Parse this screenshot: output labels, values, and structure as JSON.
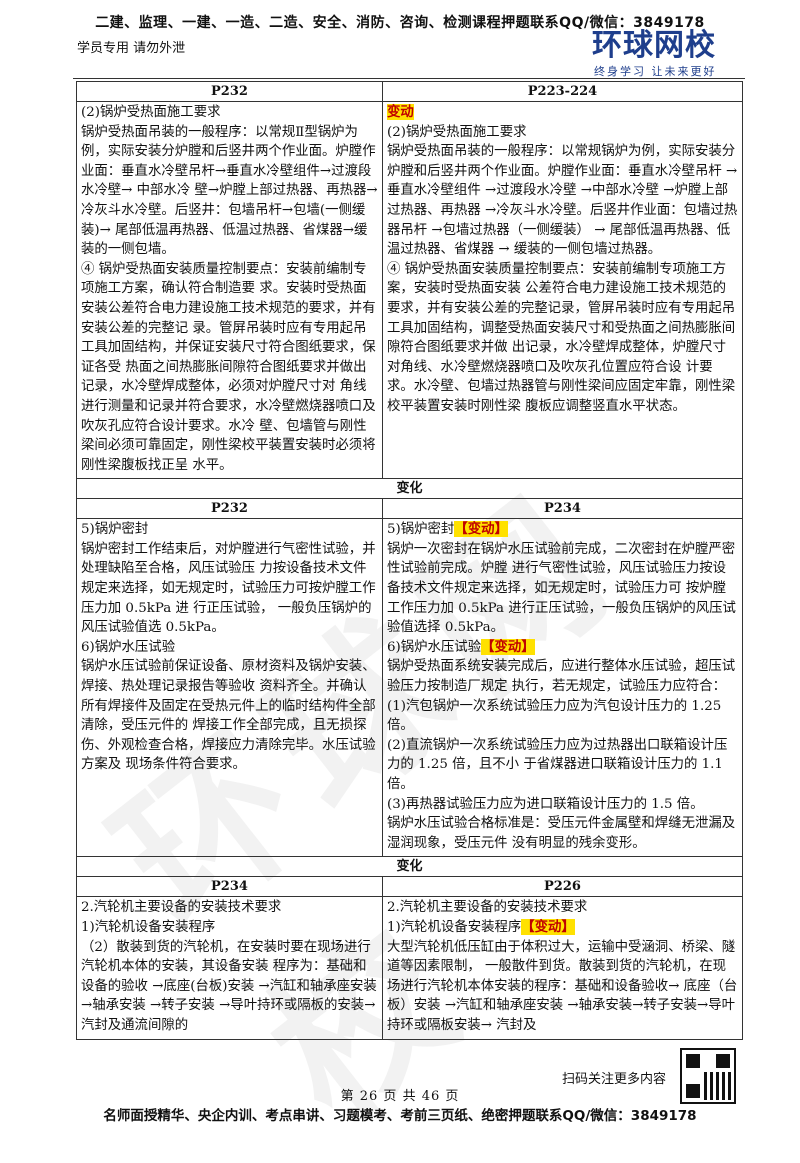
{
  "header": {
    "banner": "二建、监理、一建、一造、二造、安全、消防、咨询、检测课程押题联系QQ/微信：3849178",
    "student_note": "学员专用 请勿外泄",
    "logo_main": "环球网校",
    "logo_tagline": "终身学习 让未来更好"
  },
  "sections": [
    {
      "left_page": "P232",
      "right_page": "P223-224",
      "left_lines": [
        "(2)锅炉受热面施工要求",
        "锅炉受热面吊装的一般程序：以常规Ⅱ型锅炉为例，实际安装分炉膛和后竖井两个作业面。炉膛作业面：垂直水冷壁吊杆→垂直水冷壁组件→过渡段水冷壁→ 中部水冷 壁→炉膛上部过热器、再热器→冷灰斗水冷壁。后竖井：包墙吊杆→包墙(一侧缓装)→ 尾部低温再热器、低温过热器、省煤器→缓装的一侧包墙。",
        "④ 锅炉受热面安装质量控制要点：安装前编制专项施工方案，确认符合制造要 求。安装时受热面安装公差符合电力建设施工技术规范的要求，并有安装公差的完整记 录。管屏吊装时应有专用起吊工具加固结构，并保证安装尺寸符合图纸要求，保证各受 热面之间热膨胀间隙符合图纸要求并做出记录，水冷壁焊成整体，必须对炉膛尺寸对 角线进行测量和记录并符合要求，水冷壁燃烧器喷口及吹灰孔应符合设计要求。水冷 壁、包墙管与刚性梁间必须可靠固定，刚性梁校平装置安装时必须将刚性梁腹板找正呈 水平。"
      ],
      "right_tag": "变动",
      "right_lines": [
        "(2)锅炉受热面施工要求",
        "锅炉受热面吊装的一般程序：以常规锅炉为例，实际安装分炉膛和后竖井两个作业面。炉膛作业面：垂直水冷壁吊杆 →垂直水冷壁组件 →过渡段水冷壁 →中部水冷壁 →炉膛上部过热器、再热器 →冷灰斗水冷壁。后竖井作业面：包墙过热器吊杆 →包墙过热器（一侧缓装） → 尾部低温再热器、低温过热器、省煤器 → 缓装的一侧包墙过热器。",
        "④ 锅炉受热面安装质量控制要点：安装前编制专项施工方案，安装时受热面安装 公差符合电力建设施工技术规范的要求，并有安装公差的完整记录，管屏吊装时应有专用起吊工具加固结构，调整受热面安装尺寸和受热面之间热膨胀间隙符合图纸要求并做 出记录，水冷壁焊成整体，炉膛尺寸对角线、水冷壁燃烧器喷口及吹灰孔位置应符合设 计要求。水冷壁、包墙过热器管与刚性梁间应固定牢靠，刚性梁校平装置安装时刚性梁 腹板应调整竖直水平状态。"
      ]
    },
    {
      "separator": "变化",
      "left_page": "P232",
      "right_page": "P234",
      "left_lines": [
        "5)锅炉密封",
        "锅炉密封工作结束后，对炉膛进行气密性试验，并处理缺陷至合格，风压试验压 力按设备技术文件规定来选择，如无规定时，试验压力可按炉膛工作压力加 0.5kPa 进 行正压试验， 一般负压锅炉的风压试验值选 0.5kPa。",
        "6)锅炉水压试验",
        "锅炉水压试验前保证设备、原材资料及锅炉安装、焊接、热处理记录报告等验收 资料齐全。并确认所有焊接件及固定在受热元件上的临时结构件全部清除，受压元件的 焊接工作全部完成，且无损探伤、外观检查合格，焊接应力清除完毕。水压试验方案及 现场条件符合要求。"
      ],
      "right_blocks": [
        {
          "title": "5)锅炉密封",
          "tag": "【变动】",
          "lines": [
            "锅炉一次密封在锅炉水压试验前完成，二次密封在炉膛严密性试验前完成。炉膛 进行气密性试验，风压试验压力按设备技术文件规定来选择，如无规定时，试验压力可 按炉膛工作压力加 0.5kPa 进行正压试验，一般负压锅炉的风压试验值选择 0.5kPa。"
          ]
        },
        {
          "title": "6)锅炉水压试验",
          "tag": "【变动】",
          "lines": [
            "锅炉受热面系统安装完成后，应进行整体水压试验，超压试验压力按制造厂规定 执行，若无规定，试验压力应符合：",
            "(1)汽包锅炉一次系统试验压力应为汽包设计压力的 1.25 倍。",
            "(2)直流锅炉一次系统试验压力应为过热器出口联箱设计压力的 1.25 倍，且不小 于省煤器进口联箱设计压力的 1.1 倍。",
            "(3)再热器试验压力应为进口联箱设计压力的 1.5 倍。",
            "锅炉水压试验合格标准是：受压元件金属壁和焊缝无泄漏及湿润现象，受压元件 没有明显的残余变形。"
          ]
        }
      ]
    },
    {
      "separator": "变化",
      "left_page": "P234",
      "right_page": "P226",
      "left_lines": [
        "2.汽轮机主要设备的安装技术要求",
        "1)汽轮机设备安装程序",
        "（2）散装到货的汽轮机，在安装时要在现场进行汽轮机本体的安装，其设备安装 程序为：基础和设备的验收 →底座(台板)安装 →汽缸和轴承座安装 →轴承安装 →转子安装 →导叶持环或隔板的安装→汽封及通流间隙的"
      ],
      "right_title": "2.汽轮机主要设备的安装技术要求",
      "right_sub": "1)汽轮机设备安装程序",
      "right_tag": "【变动】",
      "right_lines": [
        "大型汽轮机低压缸由于体积过大，运输中受涵洞、桥梁、隧道等因素限制， 一般散件到货。散装到货的汽轮机，在现场进行汽轮机本体安装的程序：基础和设备验收→ 底座（台板）安装 →汽缸和轴承座安装 →轴承安装→转子安装→导叶持环或隔板安装→ 汽封及"
      ]
    }
  ],
  "watermark": "环球网校",
  "footer": {
    "scan_text": "扫码关注更多内容",
    "page_number": "第 26 页 共 46 页",
    "banner": "名师面授精华、央企内训、考点串讲、习题模考、考前三页纸、绝密押题联系QQ/微信：3849178"
  }
}
